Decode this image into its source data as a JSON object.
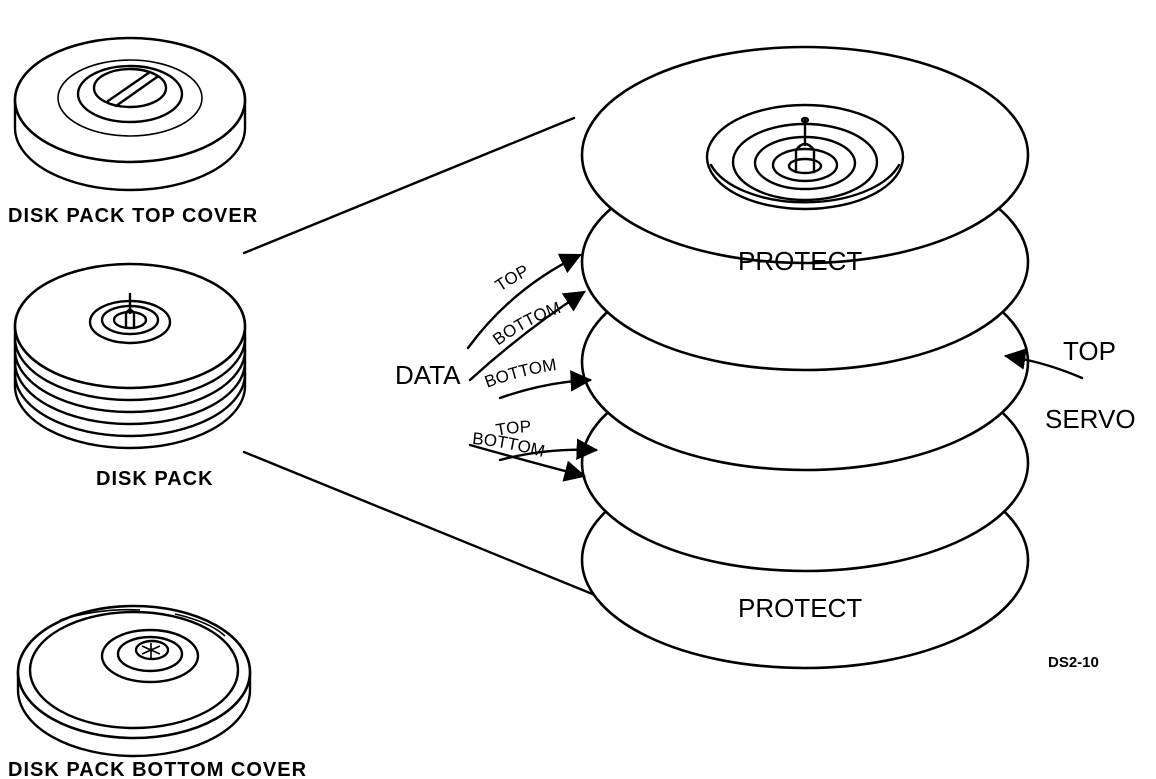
{
  "labels": {
    "top_cover": "DISK PACK TOP COVER",
    "disk_pack": "DISK PACK",
    "bottom_cover": "DISK PACK BOTTOM COVER",
    "protect_top": "PROTECT",
    "protect_bottom": "PROTECT",
    "data": "DATA",
    "servo_top": "TOP",
    "servo": "SERVO",
    "figure_code": "DS2-10"
  },
  "surface_arrows": {
    "top_1": "TOP",
    "bottom_1": "BOTTOM",
    "bottom_2": "BOTTOM",
    "top_2": "TOP",
    "bottom_3": "BOTTOM"
  },
  "colors": {
    "ink": "#000000",
    "paper": "#ffffff"
  }
}
